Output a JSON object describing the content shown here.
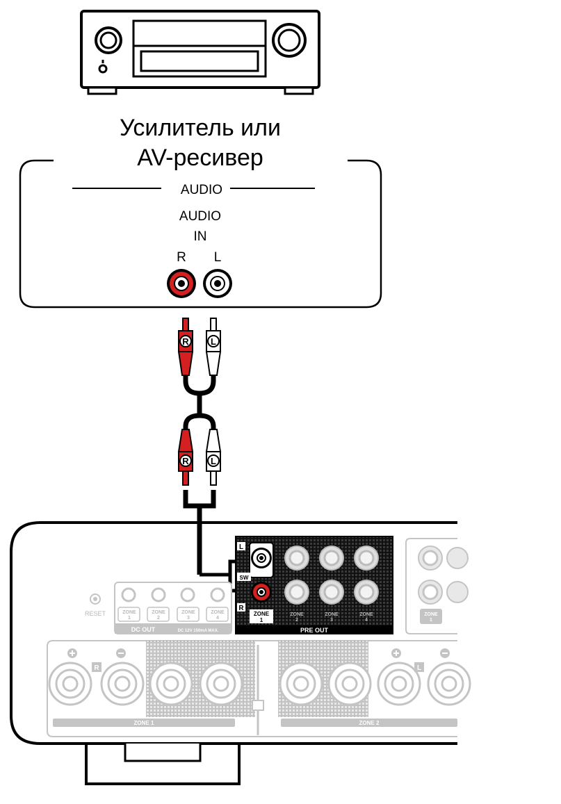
{
  "device": {
    "title_line1": "Усилитель или",
    "title_line2": "AV-ресивер"
  },
  "input_panel": {
    "section_label": "AUDIO",
    "jack_label_line1": "AUDIO",
    "jack_label_line2": "IN",
    "right_label": "R",
    "left_label": "L"
  },
  "cable": {
    "right_plug_letter": "R",
    "left_plug_letter": "L"
  },
  "colors": {
    "right_channel": "#d42020",
    "left_channel": "#ffffff",
    "outline": "#000000",
    "faded": "#c4c4c4"
  },
  "rear_panel": {
    "reset_label": "RESET",
    "pre_out_label": "PRE OUT",
    "sw_label": "SW",
    "l_label": "L",
    "r_label": "R",
    "zones": [
      {
        "line1": "ZONE",
        "line2": "1"
      },
      {
        "line1": "ZONE",
        "line2": "2"
      },
      {
        "line1": "ZONE",
        "line2": "3"
      },
      {
        "line1": "ZONE",
        "line2": "4"
      }
    ],
    "dc_out_label": "DC OUT",
    "dc_spec_label": "DC 12V 150mA MAX.",
    "speaker_zone1_label": "ZONE 1",
    "speaker_zone2_label": "ZONE 2"
  }
}
